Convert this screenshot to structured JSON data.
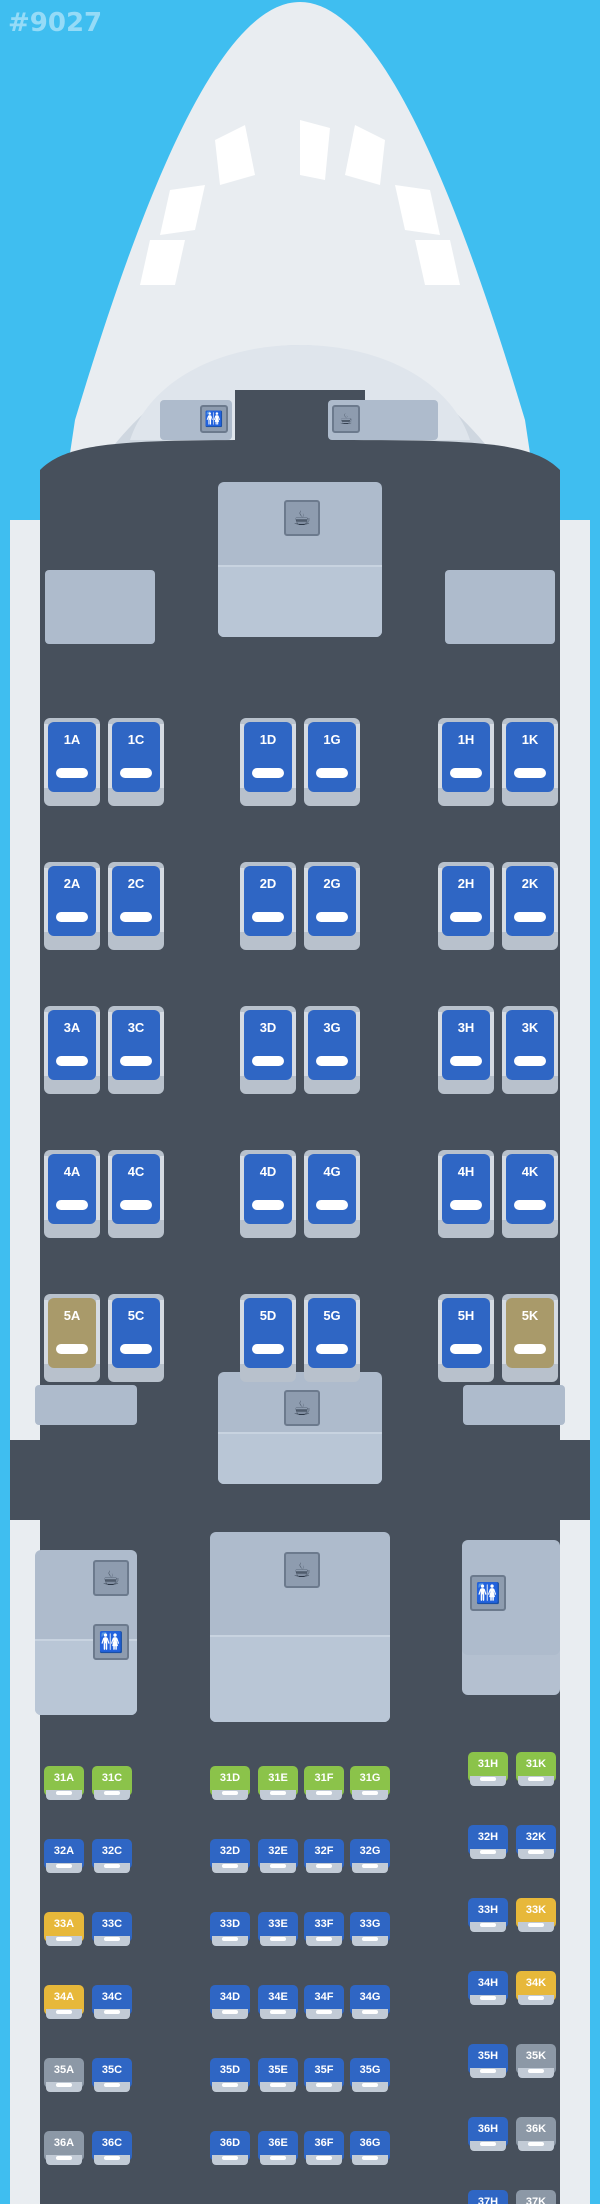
{
  "watermark": "#9027",
  "colors": {
    "sky": "#3fbef0",
    "fuselage_skin": "#e9edf1",
    "cabin_floor": "#47505c",
    "seat_business": "#2f66c4",
    "seat_business_extra": "#a99a6a",
    "seat_economy": "#2f66c4",
    "seat_legroom": "#8bc34a",
    "seat_paid": "#e7b83a",
    "seat_standard": "#8c98a6",
    "galley": "#aebbcc"
  },
  "facilities": {
    "cockpit_lavatory": "lavatory-icon",
    "cockpit_galley": "galley-icon",
    "front_galley": "galley-icon",
    "mid_galley": "galley-icon",
    "rear_galley_left": "galley-icon",
    "rear_lavatory_left": "lavatory-icon",
    "center_galley": "galley-icon",
    "rear_lavatory_right": "lavatory-icon"
  },
  "business": {
    "rows": [
      {
        "row": "1",
        "seats": [
          {
            "id": "1A",
            "type": "business"
          },
          {
            "id": "1C",
            "type": "business"
          },
          {
            "id": "1D",
            "type": "business"
          },
          {
            "id": "1G",
            "type": "business"
          },
          {
            "id": "1H",
            "type": "business"
          },
          {
            "id": "1K",
            "type": "business"
          }
        ]
      },
      {
        "row": "2",
        "seats": [
          {
            "id": "2A",
            "type": "business"
          },
          {
            "id": "2C",
            "type": "business"
          },
          {
            "id": "2D",
            "type": "business"
          },
          {
            "id": "2G",
            "type": "business"
          },
          {
            "id": "2H",
            "type": "business"
          },
          {
            "id": "2K",
            "type": "business"
          }
        ]
      },
      {
        "row": "3",
        "seats": [
          {
            "id": "3A",
            "type": "business"
          },
          {
            "id": "3C",
            "type": "business"
          },
          {
            "id": "3D",
            "type": "business"
          },
          {
            "id": "3G",
            "type": "business"
          },
          {
            "id": "3H",
            "type": "business"
          },
          {
            "id": "3K",
            "type": "business"
          }
        ]
      },
      {
        "row": "4",
        "seats": [
          {
            "id": "4A",
            "type": "business"
          },
          {
            "id": "4C",
            "type": "business"
          },
          {
            "id": "4D",
            "type": "business"
          },
          {
            "id": "4G",
            "type": "business"
          },
          {
            "id": "4H",
            "type": "business"
          },
          {
            "id": "4K",
            "type": "business"
          }
        ]
      },
      {
        "row": "5",
        "seats": [
          {
            "id": "5A",
            "type": "extra"
          },
          {
            "id": "5C",
            "type": "business"
          },
          {
            "id": "5D",
            "type": "business"
          },
          {
            "id": "5G",
            "type": "business"
          },
          {
            "id": "5H",
            "type": "business"
          },
          {
            "id": "5K",
            "type": "extra"
          }
        ]
      }
    ]
  },
  "economy": {
    "rows": [
      {
        "row": "31",
        "seats": [
          {
            "id": "31A",
            "type": "legroom"
          },
          {
            "id": "31C",
            "type": "legroom"
          },
          {
            "id": "31D",
            "type": "legroom"
          },
          {
            "id": "31E",
            "type": "legroom"
          },
          {
            "id": "31F",
            "type": "legroom"
          },
          {
            "id": "31G",
            "type": "legroom"
          },
          {
            "id": "31H",
            "type": "legroom"
          },
          {
            "id": "31K",
            "type": "legroom"
          }
        ]
      },
      {
        "row": "32",
        "seats": [
          {
            "id": "32A",
            "type": "economy"
          },
          {
            "id": "32C",
            "type": "economy"
          },
          {
            "id": "32D",
            "type": "economy"
          },
          {
            "id": "32E",
            "type": "economy"
          },
          {
            "id": "32F",
            "type": "economy"
          },
          {
            "id": "32G",
            "type": "economy"
          },
          {
            "id": "32H",
            "type": "economy"
          },
          {
            "id": "32K",
            "type": "economy"
          }
        ]
      },
      {
        "row": "33",
        "seats": [
          {
            "id": "33A",
            "type": "paid"
          },
          {
            "id": "33C",
            "type": "economy"
          },
          {
            "id": "33D",
            "type": "economy"
          },
          {
            "id": "33E",
            "type": "economy"
          },
          {
            "id": "33F",
            "type": "economy"
          },
          {
            "id": "33G",
            "type": "economy"
          },
          {
            "id": "33H",
            "type": "economy"
          },
          {
            "id": "33K",
            "type": "paid"
          }
        ]
      },
      {
        "row": "34",
        "seats": [
          {
            "id": "34A",
            "type": "paid"
          },
          {
            "id": "34C",
            "type": "economy"
          },
          {
            "id": "34D",
            "type": "economy"
          },
          {
            "id": "34E",
            "type": "economy"
          },
          {
            "id": "34F",
            "type": "economy"
          },
          {
            "id": "34G",
            "type": "economy"
          },
          {
            "id": "34H",
            "type": "economy"
          },
          {
            "id": "34K",
            "type": "paid"
          }
        ]
      },
      {
        "row": "35",
        "seats": [
          {
            "id": "35A",
            "type": "standard"
          },
          {
            "id": "35C",
            "type": "economy"
          },
          {
            "id": "35D",
            "type": "economy"
          },
          {
            "id": "35E",
            "type": "economy"
          },
          {
            "id": "35F",
            "type": "economy"
          },
          {
            "id": "35G",
            "type": "economy"
          },
          {
            "id": "35H",
            "type": "economy"
          },
          {
            "id": "35K",
            "type": "standard"
          }
        ]
      },
      {
        "row": "36",
        "seats": [
          {
            "id": "36A",
            "type": "standard"
          },
          {
            "id": "36C",
            "type": "economy"
          },
          {
            "id": "36D",
            "type": "economy"
          },
          {
            "id": "36E",
            "type": "economy"
          },
          {
            "id": "36F",
            "type": "economy"
          },
          {
            "id": "36G",
            "type": "economy"
          },
          {
            "id": "36H",
            "type": "economy"
          },
          {
            "id": "36K",
            "type": "standard"
          }
        ]
      },
      {
        "row": "37",
        "seats": [
          {
            "id": "37H",
            "type": "economy"
          },
          {
            "id": "37K",
            "type": "standard"
          }
        ]
      }
    ]
  }
}
